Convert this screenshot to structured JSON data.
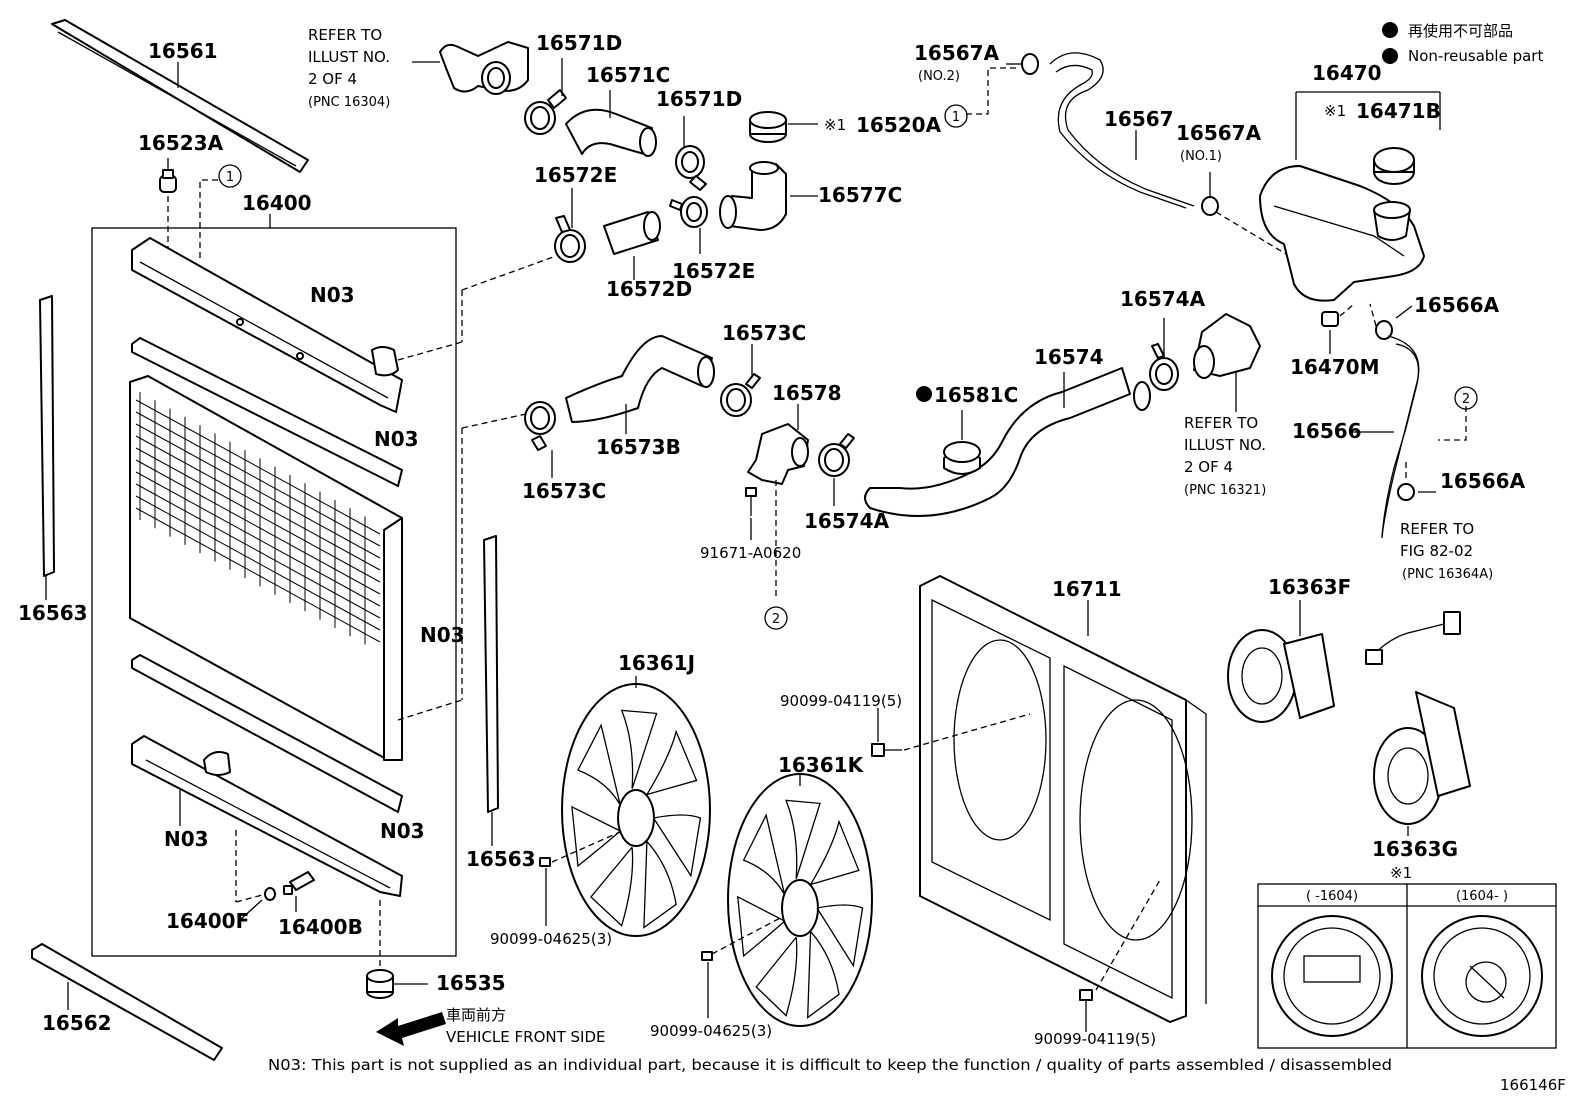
{
  "labels": {
    "p16561": "16561",
    "p16523A": "16523A",
    "p16400": "16400",
    "p16563_left": "16563",
    "p16563_mid": "16563",
    "p16562": "16562",
    "p16535": "16535",
    "p16400F": "16400F",
    "p16400B": "16400B",
    "n03_a": "N03",
    "n03_b": "N03",
    "n03_c": "N03",
    "n03_d": "N03",
    "n03_e": "N03",
    "p16571D_a": "16571D",
    "p16571C": "16571C",
    "p16571D_b": "16571D",
    "p16520A": "16520A",
    "p16577C": "16577C",
    "p16572E_a": "16572E",
    "p16572E_b": "16572E",
    "p16572D": "16572D",
    "p16573C_a": "16573C",
    "p16573C_b": "16573C",
    "p16573B": "16573B",
    "p16578": "16578",
    "p16574A_a": "16574A",
    "p16574A_b": "16574A",
    "p16574": "16574",
    "p16581C": "16581C",
    "p91671": "91671-A0620",
    "p16567A_a": "16567A",
    "p16567A_a_sub": "(NO.2)",
    "p16567": "16567",
    "p16567A_b": "16567A",
    "p16567A_b_sub": "(NO.1)",
    "p16470": "16470",
    "p16471B": "16471B",
    "p16566A_a": "16566A",
    "p16470M": "16470M",
    "p16566": "16566",
    "p16566A_b": "16566A",
    "p16711": "16711",
    "p16363F": "16363F",
    "p16363G": "16363G",
    "p16361J": "16361J",
    "p16361K": "16361K",
    "p90099_04119_a": "90099-04119(5)",
    "p90099_04119_b": "90099-04119(5)",
    "p90099_04625_a": "90099-04625(3)",
    "p90099_04625_b": "90099-04625(3)",
    "mark1": "※1",
    "mark1_b": "※1",
    "mark1_c": "※1",
    "circle1": "1",
    "circle2": "2"
  },
  "refs": {
    "ref1": [
      "REFER TO",
      "ILLUST NO.",
      "2 OF 4",
      "(PNC 16304)"
    ],
    "ref2": [
      "REFER TO",
      "ILLUST NO.",
      "2 OF 4",
      "(PNC 16321)"
    ],
    "ref3": [
      "REFER TO",
      "FIG 82-02",
      "(PNC 16364A)"
    ]
  },
  "legend": {
    "jp": "再使用不可部品",
    "en": "Non-reusable part"
  },
  "inset": {
    "left_header": "(    -1604)",
    "right_header": "(1604-    )"
  },
  "front": {
    "jp": "車両前方",
    "en": "VEHICLE FRONT SIDE"
  },
  "footnote": "N03: This part is not supplied as an individual part, because it is difficult to keep the function / quality of parts assembled / disassembled",
  "figure_id": "166146F"
}
